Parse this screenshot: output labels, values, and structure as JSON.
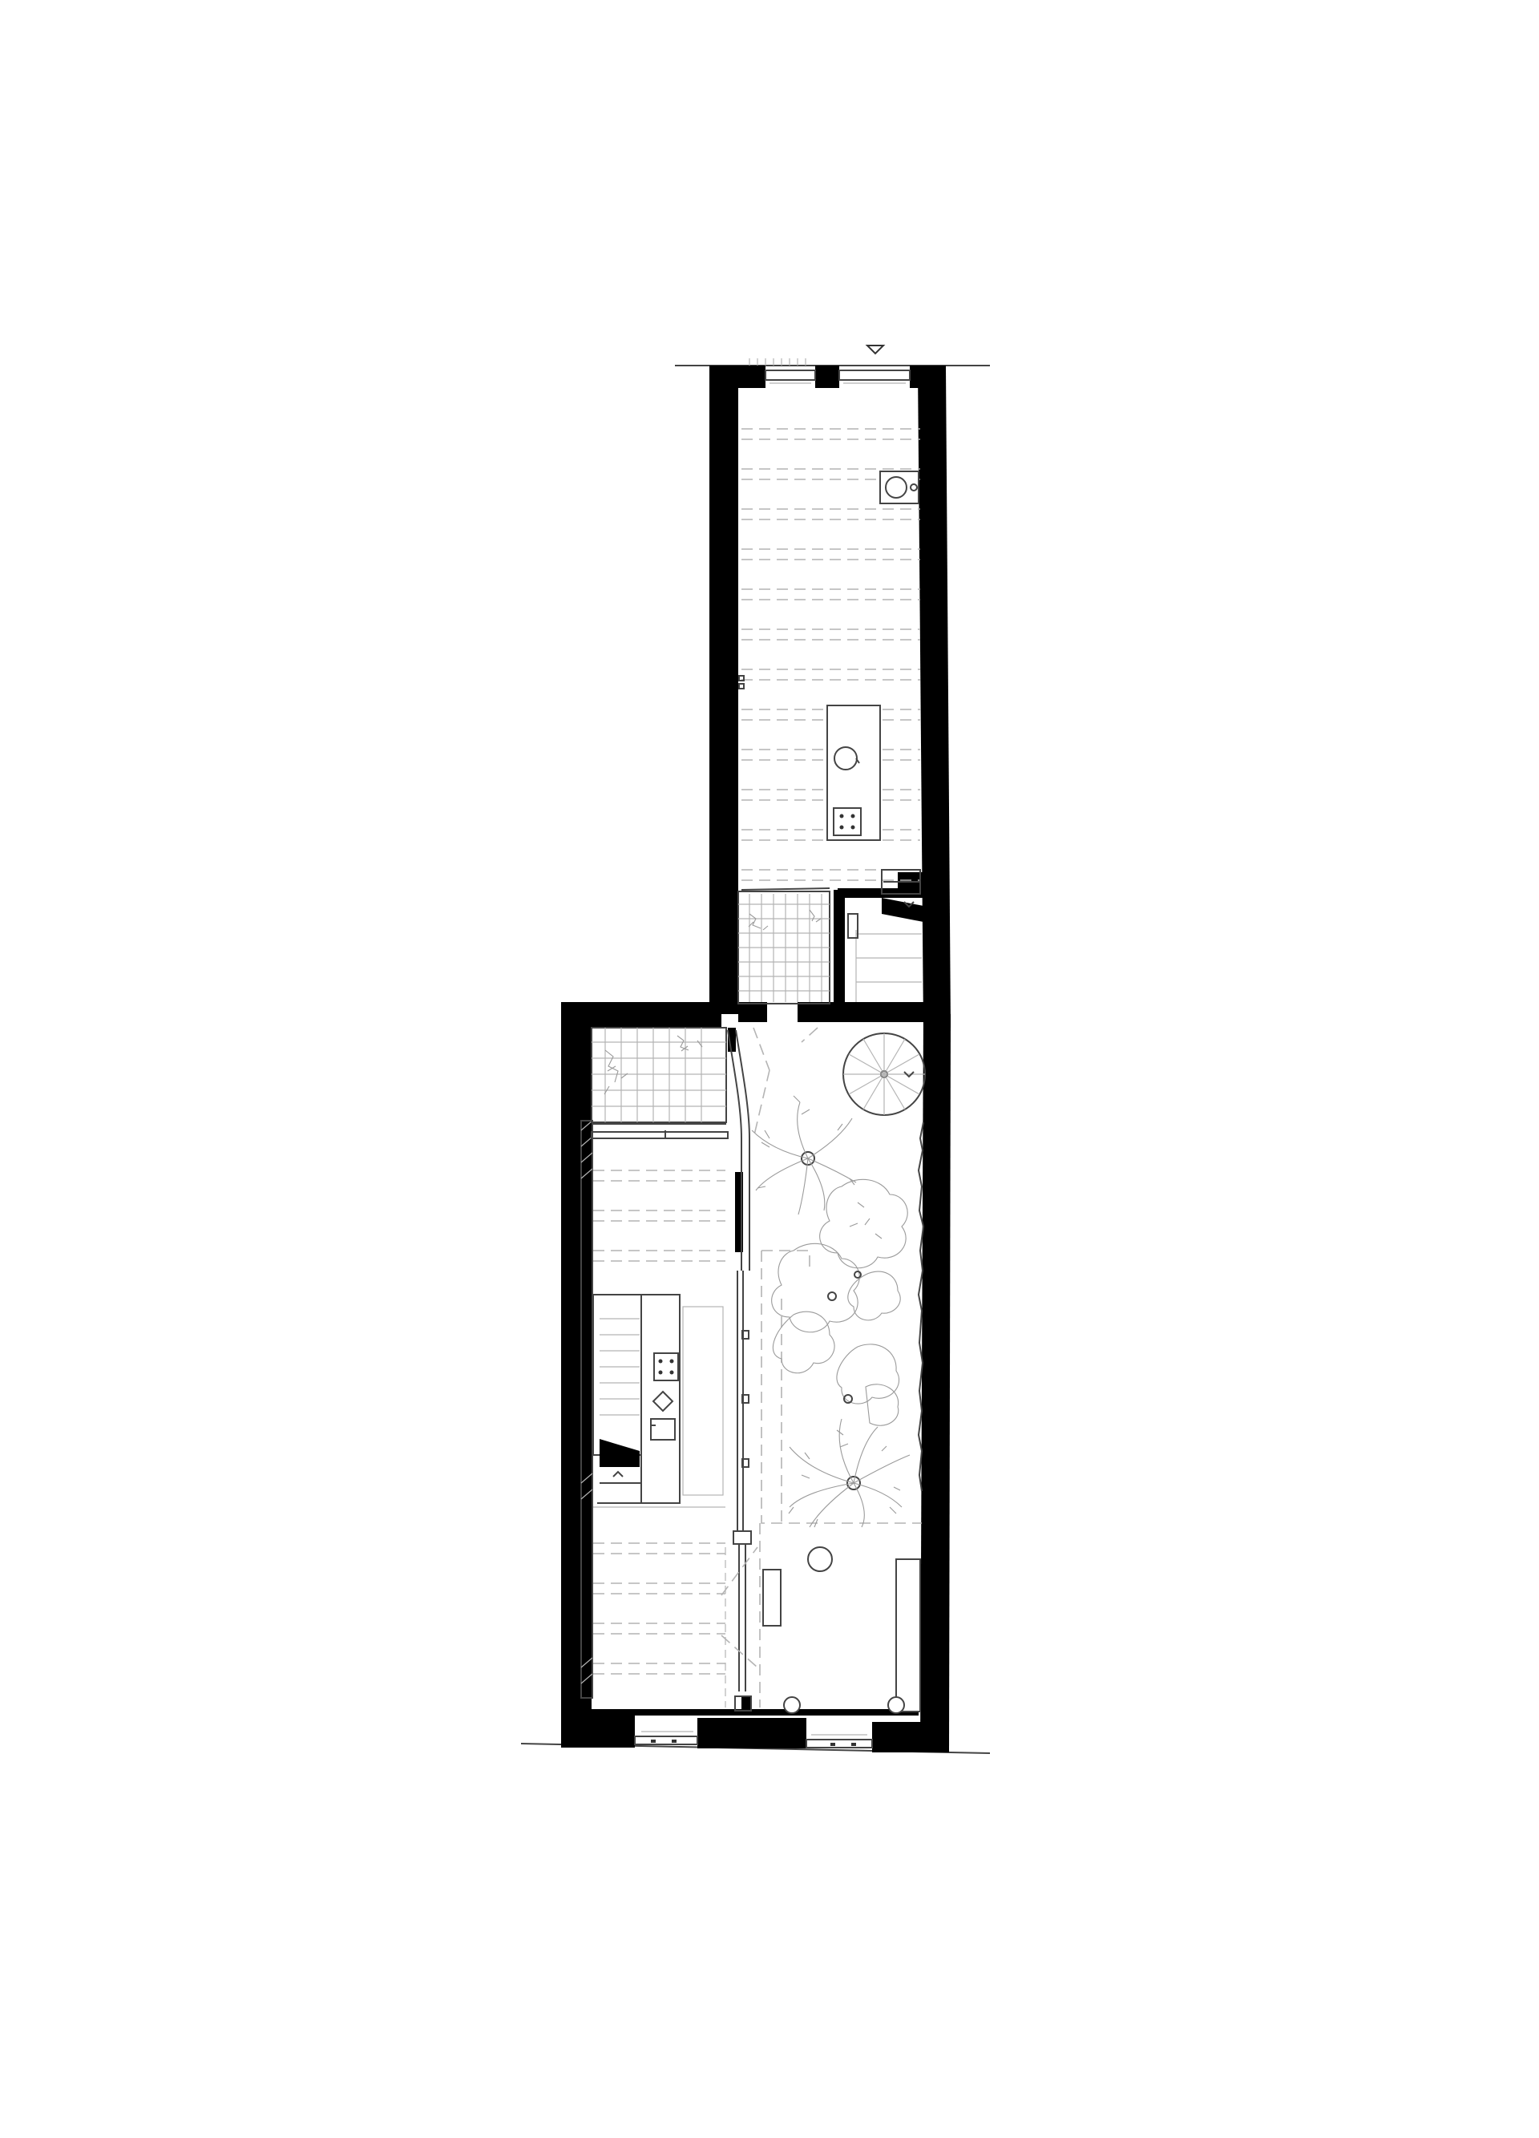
{
  "drawing": {
    "type": "architectural-floor-plan",
    "colors": {
      "wall": "#000000",
      "line": "#444444",
      "faint": "#b4b4b4",
      "plant": "#9a9a9a",
      "background": "#ffffff"
    },
    "symbols": [
      "north-entry-triangle-icon",
      "stair-direction-arrow-icon",
      "spiral-stair",
      "hob-icon",
      "plant-foliage"
    ]
  }
}
